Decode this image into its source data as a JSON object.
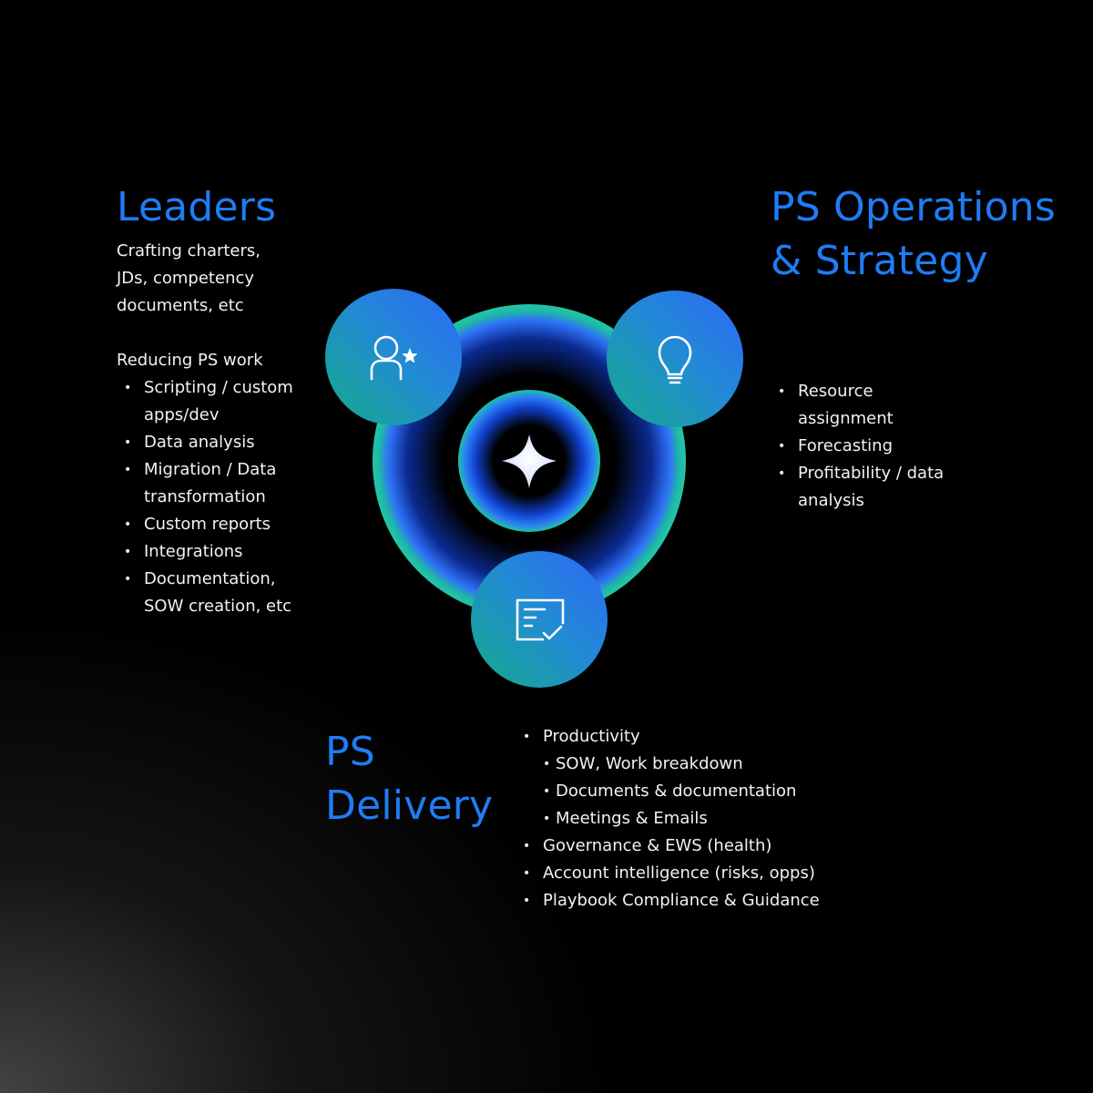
{
  "leaders": {
    "title": "Leaders",
    "intro": "Crafting charters, JDs, competency documents, etc",
    "sub_heading": "Reducing PS work",
    "items": [
      "Scripting / custom apps/dev",
      "Data analysis",
      "Migration / Data transformation",
      "Custom reports",
      "Integrations",
      "Documentation, SOW creation, etc"
    ]
  },
  "operations": {
    "title": "PS Operations & Strategy",
    "items": [
      "Resource assignment",
      "Forecasting",
      "Profitability / data analysis"
    ]
  },
  "delivery": {
    "title": "PS Delivery",
    "productivity": {
      "label": "Productivity",
      "sub_items": [
        "SOW, Work breakdown",
        "Documents  & documentation",
        "Meetings & Emails"
      ]
    },
    "items": [
      "Governance & EWS (health)",
      "Account intelligence (risks, opps)",
      "Playbook Compliance & Guidance"
    ]
  },
  "diagram": {
    "nodes": [
      {
        "role": "leaders",
        "icon": "user-star-icon"
      },
      {
        "role": "operations",
        "icon": "lightbulb-icon"
      },
      {
        "role": "delivery",
        "icon": "task-checklist-icon"
      }
    ],
    "center_icon": "sparkle-icon"
  },
  "colors": {
    "heading": "#1f7cf5",
    "node_gradient_start": "#1aa68f",
    "node_gradient_end": "#2b6cf7",
    "ring_blue": "#2f72f8",
    "ring_teal": "#19b39a",
    "background": "#000000",
    "text": "#f2f2f2"
  }
}
